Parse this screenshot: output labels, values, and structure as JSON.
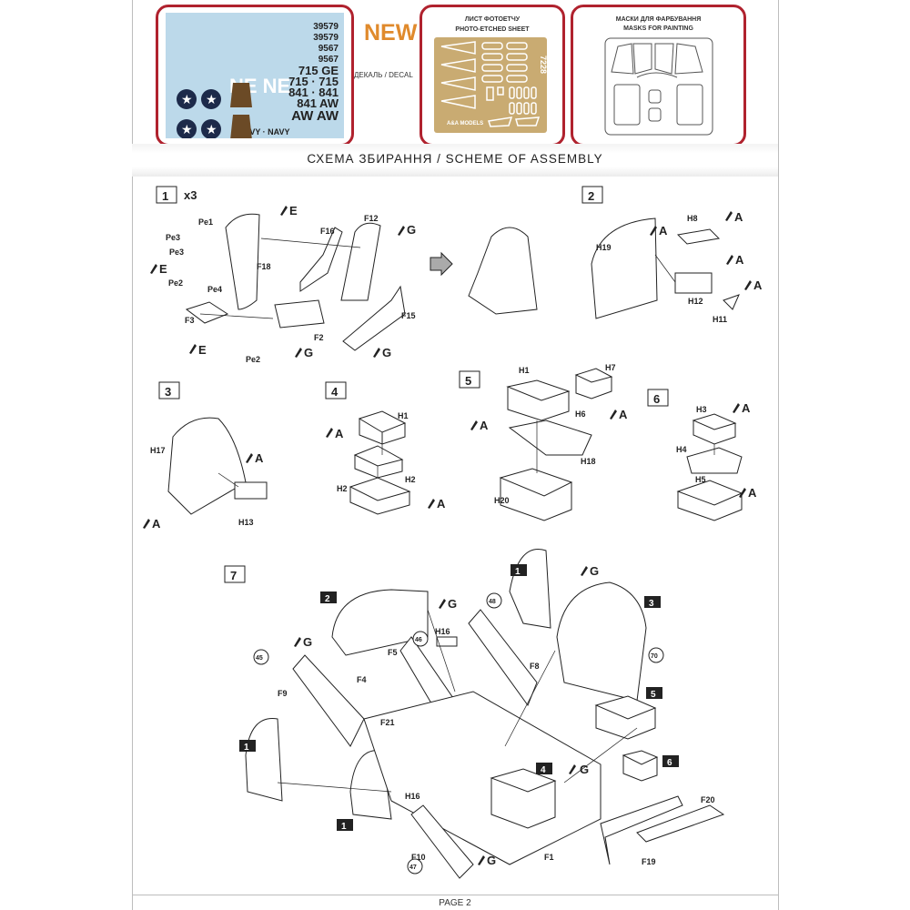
{
  "top": {
    "decal_caption": "ДЕКАЛЬ / DECAL",
    "new_badge": "NEW",
    "decal_numbers": [
      "39579",
      "39579",
      "9567",
      "9567",
      "715 GE",
      "715 · 715",
      "841 · 841",
      "841 AW",
      "AW AW",
      "NAVY · NAVY",
      "NE NE"
    ],
    "pe_title_ua": "ЛИСТ ФОТОЕТЧУ",
    "pe_title_en": "PHOTO-ETCHED SHEET",
    "pe_code": "7228",
    "pe_brand": "A&A MODELS",
    "mask_title_ua": "МАСКИ ДЛЯ ФАРБУВАННЯ",
    "mask_title_en": "MASKS FOR PAINTING"
  },
  "section_title": "СХЕМА ЗБИРАННЯ / SCHEME OF ASSEMBLY",
  "steps": {
    "s1": {
      "num": "1",
      "mult": "x3",
      "labels": [
        "Pe1",
        "Pe3",
        "Pe3",
        "E",
        "Pe2",
        "Pe4",
        "F3",
        "E",
        "Pe2",
        "F18",
        "E",
        "F16",
        "F12",
        "G",
        "F2",
        "G",
        "F15",
        "G"
      ]
    },
    "s2": {
      "num": "2",
      "labels": [
        "H8",
        "A",
        "H19",
        "A",
        "A",
        "H12",
        "H11",
        "A"
      ]
    },
    "s3": {
      "num": "3",
      "labels": [
        "H17",
        "A",
        "H13",
        "A"
      ]
    },
    "s4": {
      "num": "4",
      "labels": [
        "H1",
        "A",
        "H2",
        "H2",
        "A"
      ]
    },
    "s5": {
      "num": "5",
      "labels": [
        "H1",
        "H7",
        "H6",
        "A",
        "A",
        "H18",
        "H20"
      ]
    },
    "s6": {
      "num": "6",
      "labels": [
        "H3",
        "A",
        "H4",
        "H5",
        "A"
      ]
    },
    "s7": {
      "num": "7",
      "labels": [
        "G",
        "F9",
        "F4",
        "F21",
        "F5",
        "H16",
        "G",
        "F8",
        "G",
        "H16",
        "F10",
        "G",
        "F1",
        "F19",
        "F20",
        "G"
      ],
      "refs": [
        "2",
        "1",
        "3",
        "1",
        "5",
        "6",
        "4",
        "1"
      ],
      "color_codes": [
        "45",
        "46",
        "48",
        "70",
        "47"
      ]
    }
  },
  "footer": "PAGE 2"
}
